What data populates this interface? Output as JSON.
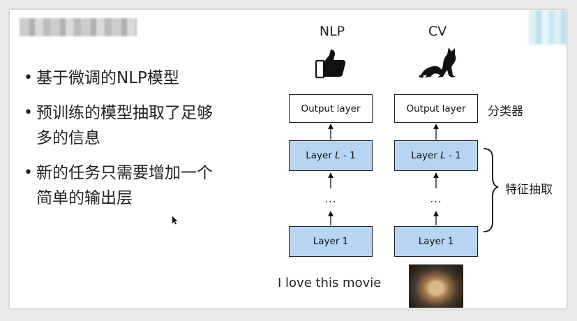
{
  "bullets": [
    "基于微调的NLP模型",
    "预训练的模型抽取了足够多的信息",
    "新的任务只需要增加一个简单的输出层"
  ],
  "bullet_lines": [
    [
      "基于微调的NLP模型"
    ],
    [
      "预训练的模型抽取了足够",
      "多的信息"
    ],
    [
      "新的任务只需要增加一个",
      "简单的输出层"
    ]
  ],
  "bullet_symbol": "•",
  "columns": [
    {
      "title": "NLP",
      "icon": "thumbs-up-icon"
    },
    {
      "title": "CV",
      "icon": "cat-icon"
    }
  ],
  "layers": {
    "output": "Output layer",
    "top_prefix": "Layer ",
    "top_var": "L",
    "top_suffix": " - 1",
    "ellipsis": "...",
    "bottom": "Layer 1"
  },
  "side_labels": {
    "classifier": "分类器",
    "feature_extraction": "特征抽取"
  },
  "inputs": {
    "nlp_text": "I love this movie",
    "cv_image": "cat-photo"
  },
  "colors": {
    "layer_fill": "#b7d5f3",
    "output_fill": "#ffffff",
    "border": "#222222"
  }
}
